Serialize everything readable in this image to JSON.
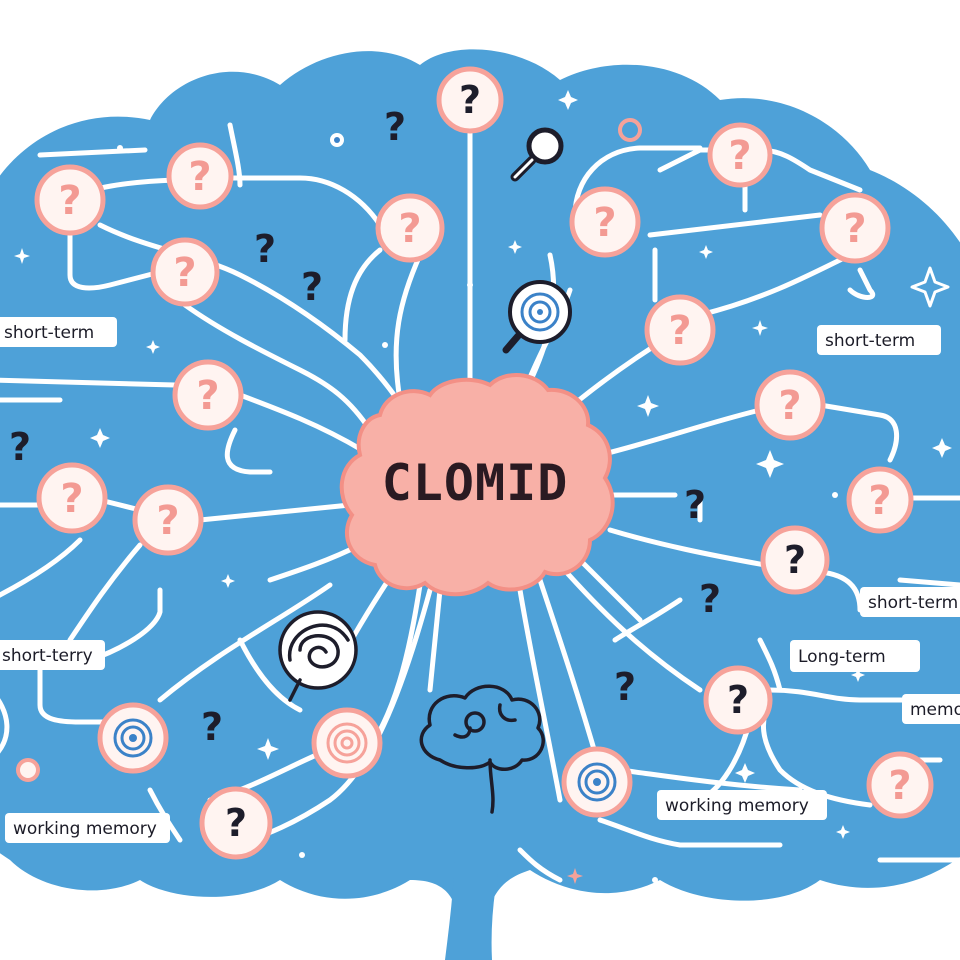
{
  "center": {
    "label": "CLOMID"
  },
  "labels": [
    {
      "id": "left-short-term-top",
      "text": "short-term"
    },
    {
      "id": "right-short-term-top",
      "text": "short-term"
    },
    {
      "id": "left-short-term-mid",
      "text": "short-terry"
    },
    {
      "id": "right-short-term-mid",
      "text": "short-term"
    },
    {
      "id": "right-long-term",
      "text": "Long-term"
    },
    {
      "id": "right-memo",
      "text": "memo"
    },
    {
      "id": "left-working-memory",
      "text": "working memory"
    },
    {
      "id": "right-working-memory",
      "text": "working memory"
    }
  ],
  "glyphs": {
    "question": "?"
  },
  "colors": {
    "brain": "#4ea1d8",
    "paths": "#ffffff",
    "pink": "#f6a29a",
    "pink_fill": "#fff4f1",
    "center_fill": "#f8b0a7",
    "dark": "#1d1d2b",
    "spiral": "#3b82c8"
  }
}
